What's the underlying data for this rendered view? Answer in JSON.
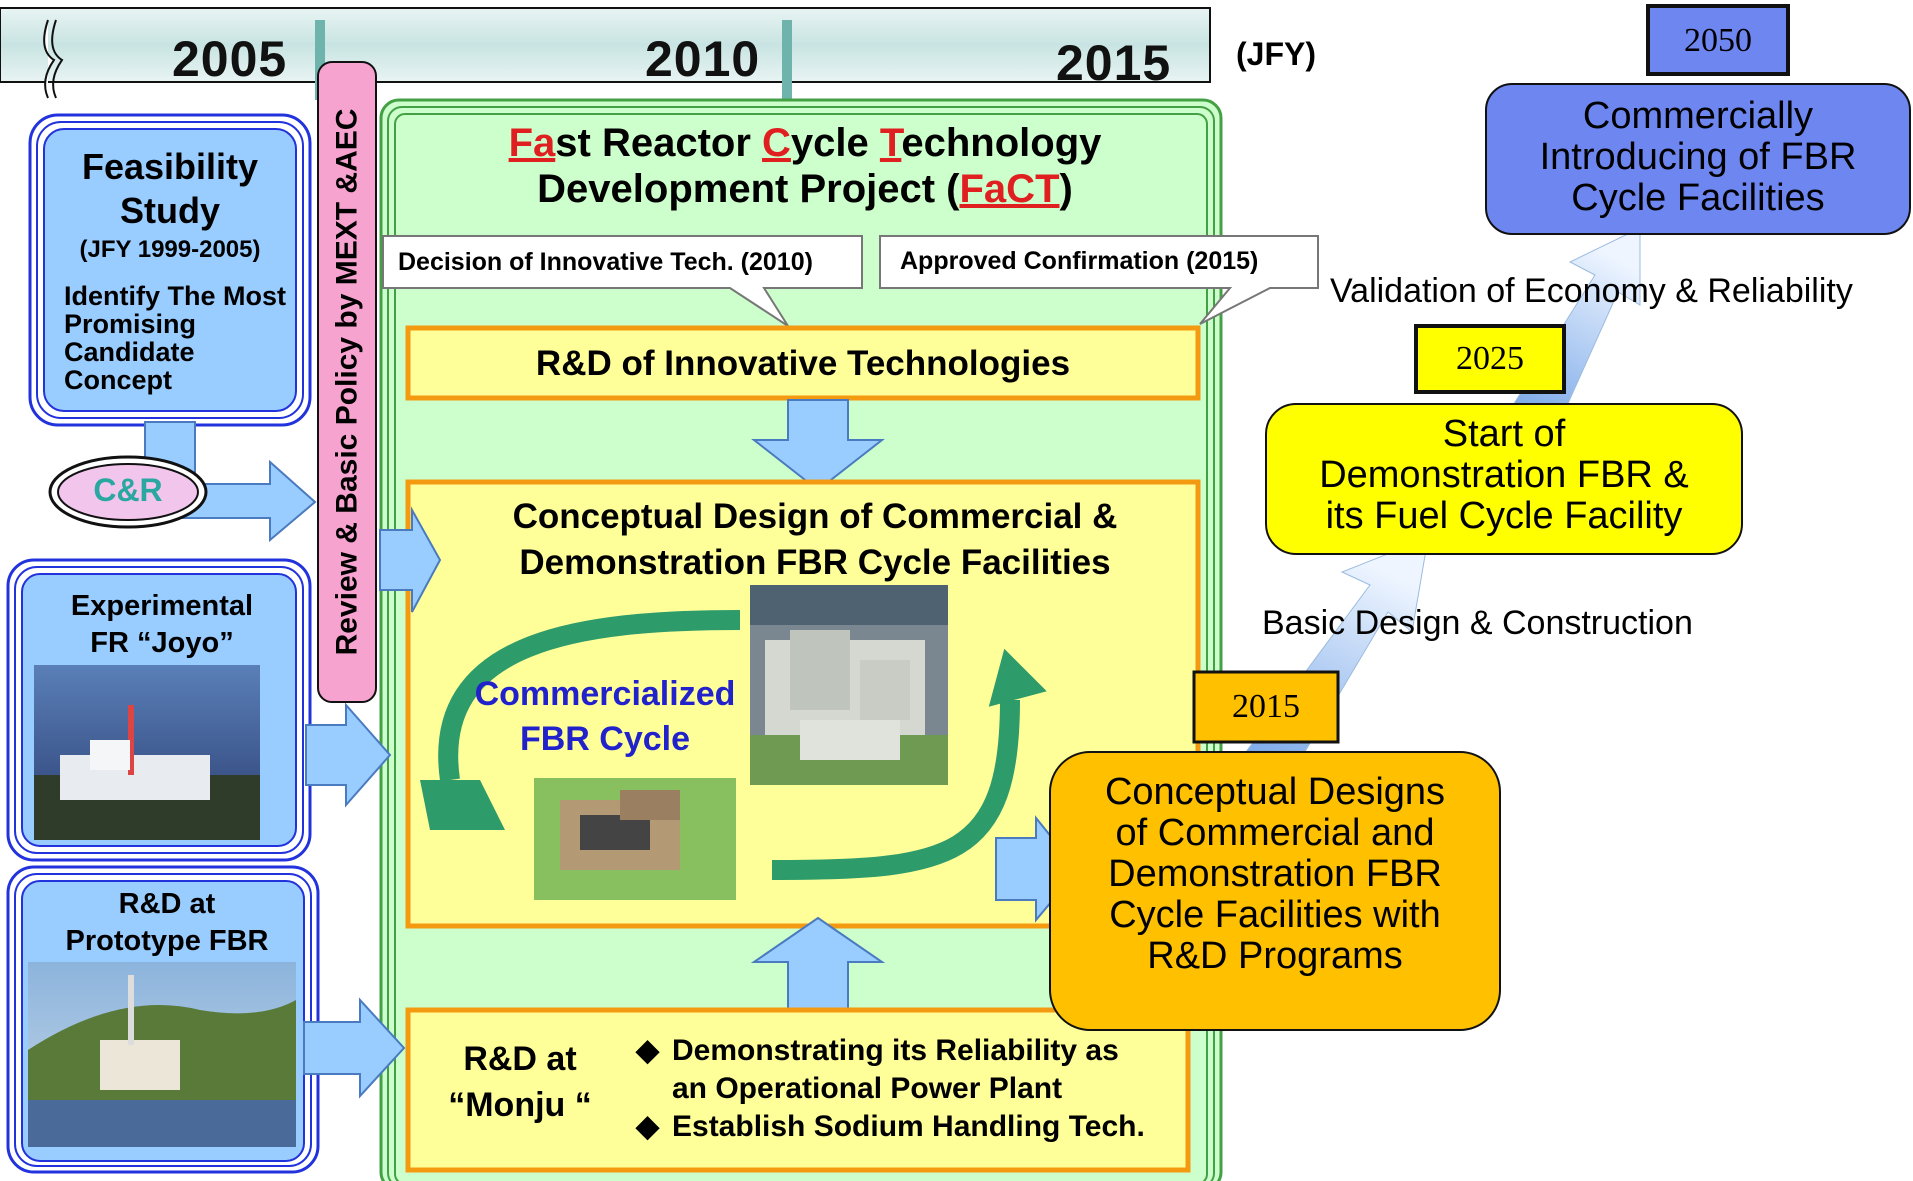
{
  "timeline": {
    "years": [
      "2005",
      "2010",
      "2015"
    ],
    "unit": "(JFY)"
  },
  "policy_bar": {
    "label": "Review & Basic Policy by MEXT &AEC"
  },
  "feasibility": {
    "title_line1": "Feasibility",
    "title_line2": "Study",
    "period": "(JFY 1999-2005)",
    "text": "Identify The Most Promising Candidate Concept"
  },
  "cr_badge": {
    "label": "C&R"
  },
  "joyo": {
    "title_line1": "Experimental",
    "title_line2": "FR “Joyo”"
  },
  "prototype": {
    "title_line1": "R&D at",
    "title_line2": "Prototype FBR"
  },
  "fact": {
    "line1_p1": "Fa",
    "line1_p2": "st Reactor ",
    "line1_p3": "C",
    "line1_p4": "ycle ",
    "line1_p5": "T",
    "line1_p6": "echnology",
    "line2_p1": "Development Project (",
    "line2_p2": "FaCT",
    "line2_p3": ")"
  },
  "callouts": {
    "decision": "Decision of Innovative Tech. (2010)",
    "approved": "Approved Confirmation (2015)"
  },
  "innovative": {
    "label": "R&D of Innovative Technologies"
  },
  "conceptual": {
    "line1": "Conceptual Design of Commercial &",
    "line2": "Demonstration FBR Cycle Facilities",
    "cycle_line1": "Commercialized",
    "cycle_line2": "FBR Cycle"
  },
  "monju": {
    "title_line1": "R&D at",
    "title_line2": "“Monju “",
    "bullets": [
      {
        "mark": "◆",
        "text": "Demonstrating its Reliability as"
      },
      {
        "mark": "",
        "text": "an Operational Power Plant"
      },
      {
        "mark": "◆",
        "text": "Establish Sodium Handling Tech."
      }
    ]
  },
  "outcome_2015": {
    "year": "2015",
    "line1": "Conceptual Designs",
    "line2": "of Commercial and",
    "line3": "Demonstration FBR",
    "line4": "Cycle Facilities with",
    "line5": "R&D Programs"
  },
  "stage_2025": {
    "year": "2025",
    "line1": "Start of",
    "line2": "Demonstration FBR &",
    "line3": "its Fuel Cycle Facility",
    "arrow_label": "Basic Design & Construction"
  },
  "stage_2050": {
    "year": "2050",
    "line1": "Commercially",
    "line2": "Introducing of FBR",
    "line3": "Cycle Facilities",
    "arrow_label": "Validation of Economy & Reliability"
  },
  "colors": {
    "timeline_band": "#cfe8e6",
    "box_blue": "#99ccff",
    "box_green": "#ccffcc",
    "box_yellow": "#ffff99",
    "box_orange": "#ffc000",
    "box_purple": "#6e86f0",
    "box_bright_yellow": "#ffff00",
    "policy_pink": "#f7a3d0",
    "accent_red": "#e02020",
    "cycle_green": "#2e9b6a",
    "arrow_blue": "#99ccff"
  }
}
